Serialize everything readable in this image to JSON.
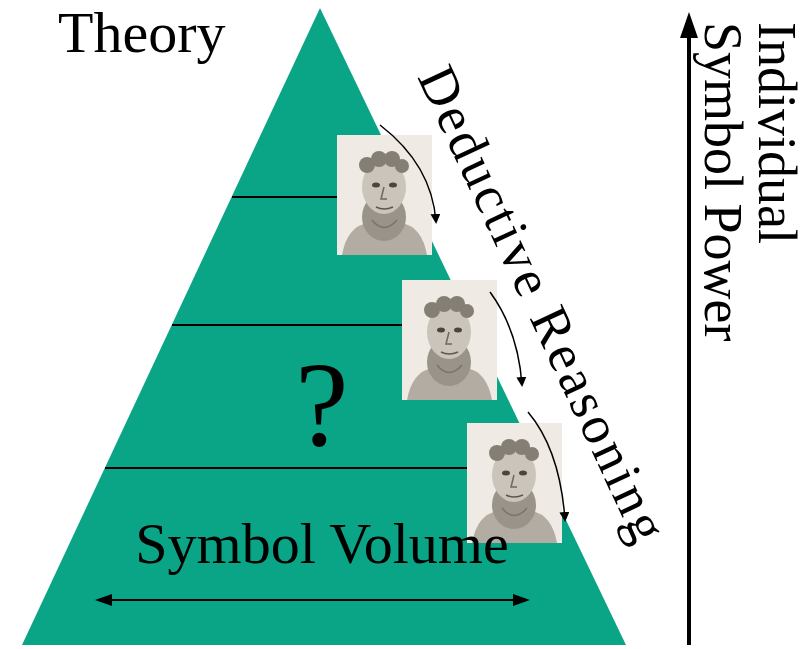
{
  "diagram": {
    "nodes": [
      {
        "text": [
          "Theory",
          "?",
          "Symbol Volume"
        ]
      }
    ],
    "labels": [
      "Deductive Reasoning",
      "Individual Symbol Power"
    ]
  }
}
